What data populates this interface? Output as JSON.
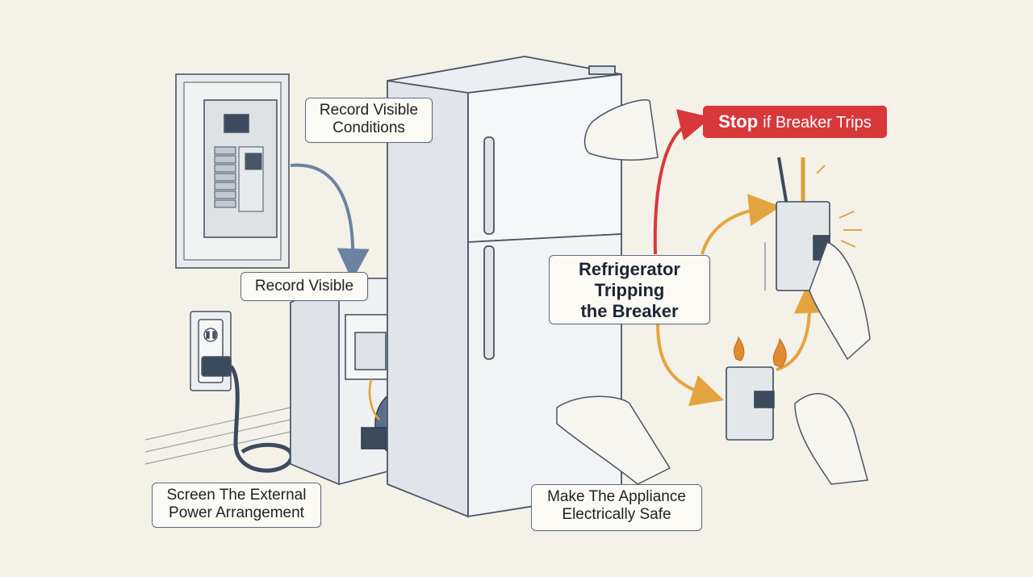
{
  "labels": {
    "record_conditions": [
      "Record Visible",
      "Conditions"
    ],
    "record_visible": "Record Visible",
    "screen_power": [
      "Screen The External",
      "Power Arrangement"
    ],
    "make_safe": [
      "Make The Appliance",
      "Electrically Safe"
    ],
    "central": [
      "Refrigerator",
      "Tripping",
      "the Breaker"
    ],
    "stop": {
      "strong": "Stop",
      "rest": "if Breaker Trips"
    }
  },
  "colors": {
    "background": "#f4f1e8",
    "stop_red": "#d8383a",
    "arrow_blue": "#6a83a3",
    "arrow_orange": "#e3a43f",
    "ink": "#4a5566"
  },
  "icons": [
    "breaker-panel-icon",
    "refrigerator-icon",
    "compressor-icon",
    "wall-outlet-icon",
    "circuit-breaker-icon",
    "hand-icon",
    "flame-icon"
  ]
}
